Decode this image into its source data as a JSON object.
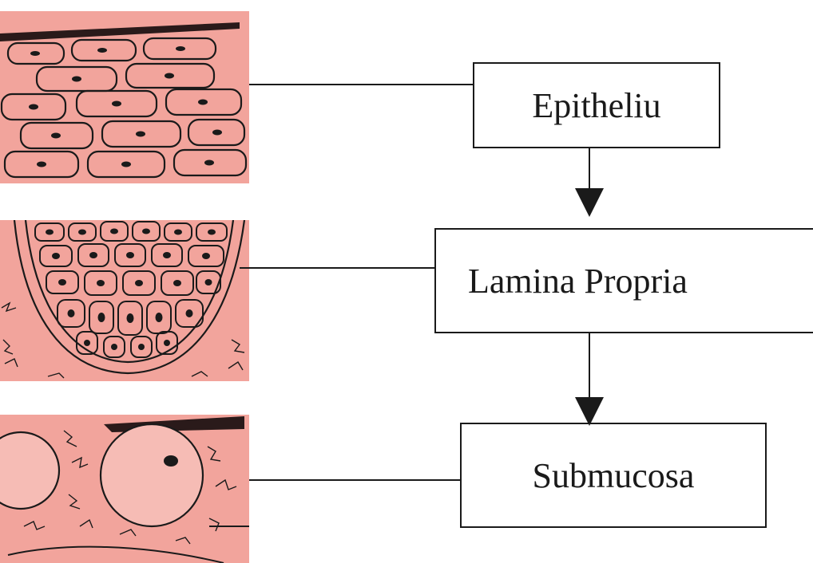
{
  "diagram": {
    "boxes": [
      {
        "label": "Epitheliu"
      },
      {
        "label": "Lamina Propria"
      },
      {
        "label": "Submucosa"
      }
    ]
  },
  "colors": {
    "tissue_fill": "#f2a49c",
    "tissue_fill_light": "#f6bcb5",
    "ink": "#1a1a1a",
    "background": "#ffffff"
  }
}
